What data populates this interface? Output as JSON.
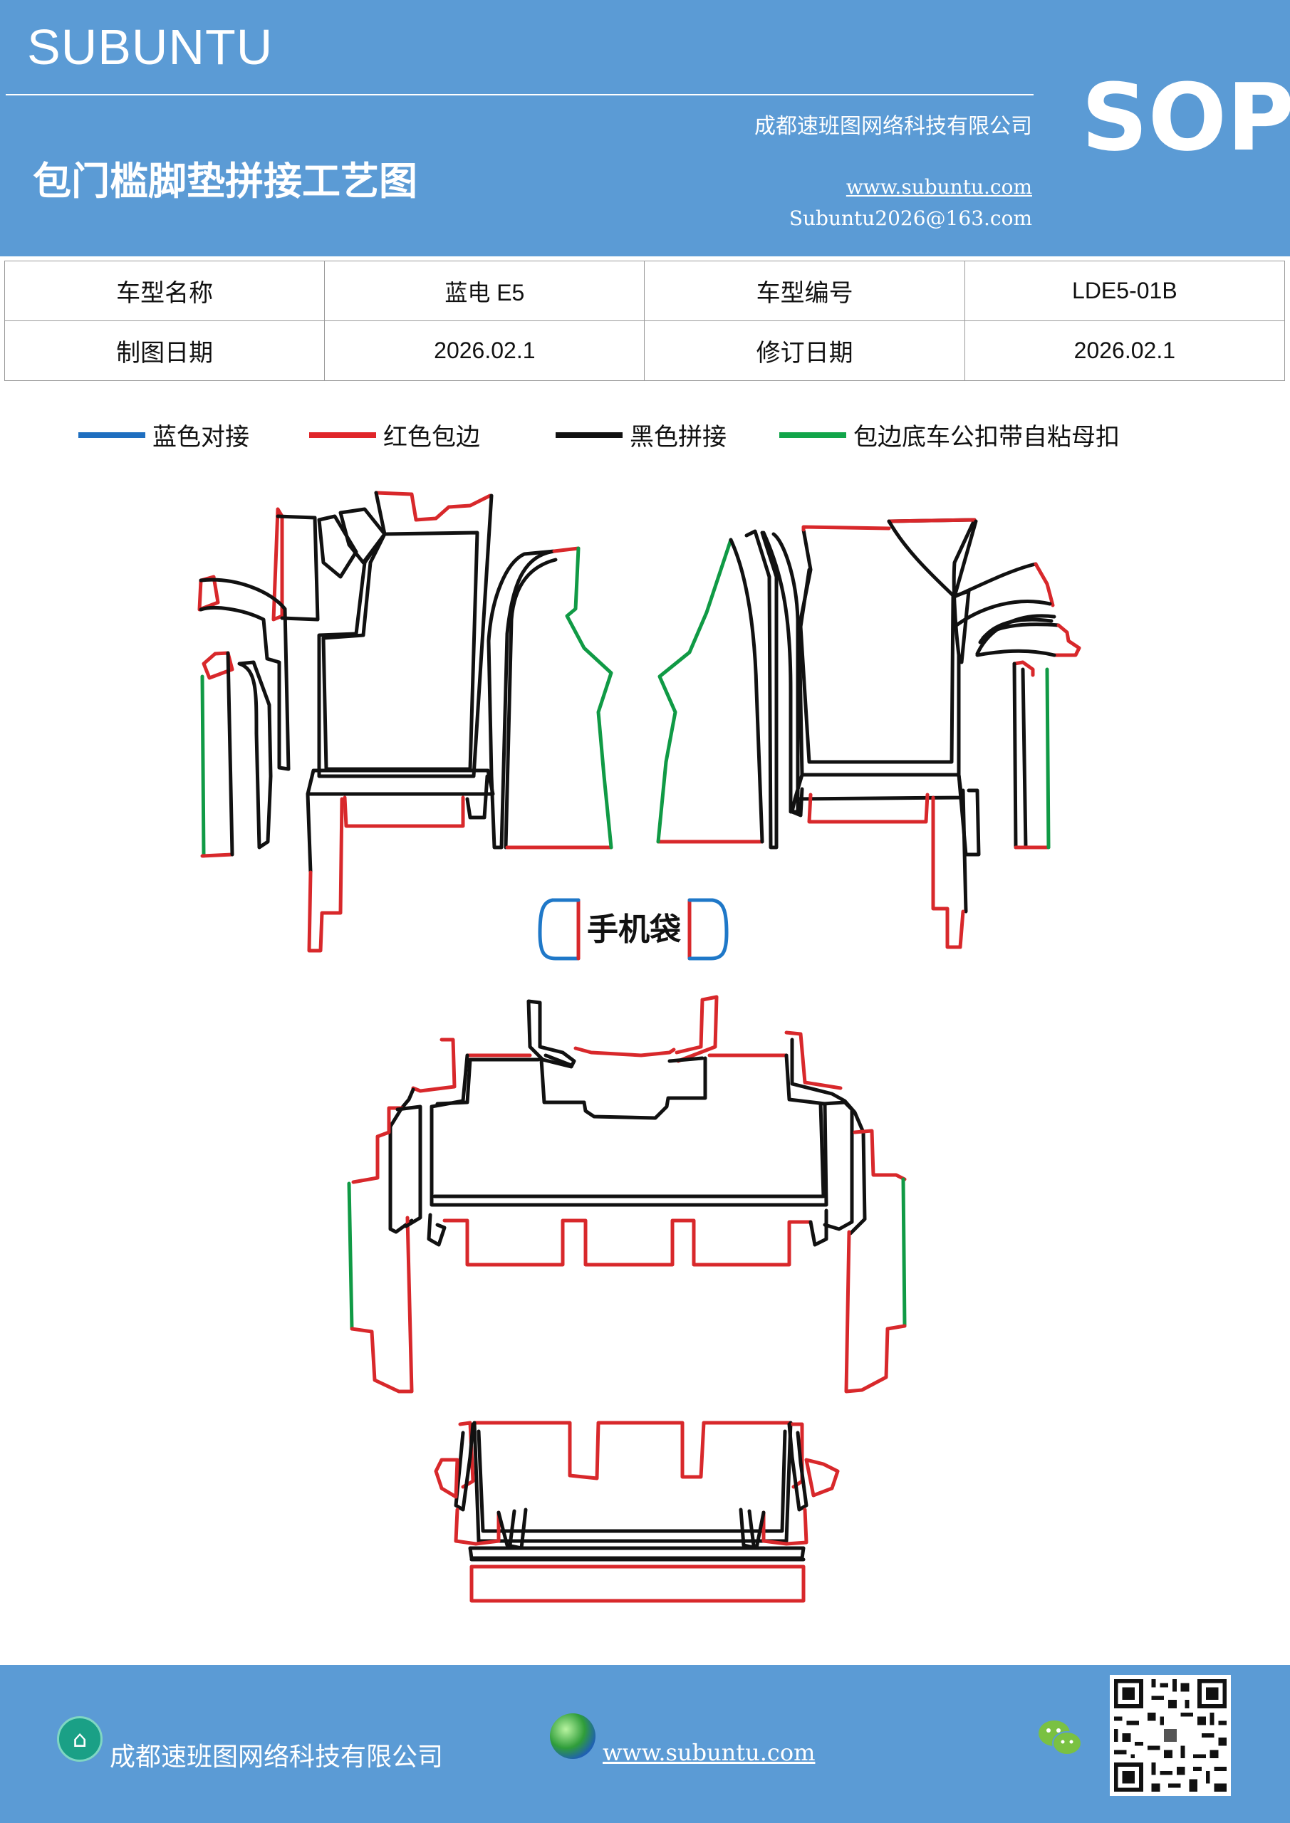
{
  "header": {
    "brand": "SUBUNTU",
    "company": "成都速班图网络科技有限公司",
    "title": "包门槛脚垫拼接工艺图",
    "url": "www.subuntu.com",
    "email": "Subuntu2026@163.com",
    "badge": "SOP"
  },
  "info_table": {
    "model_name_label": "车型名称",
    "model_name_value": "蓝电 E5",
    "model_code_label": "车型编号",
    "model_code_value": "LDE5-01B",
    "draw_date_label": "制图日期",
    "draw_date_value": "2026.02.1",
    "revise_date_label": "修订日期",
    "revise_date_value": "2026.02.1"
  },
  "legend": [
    {
      "label": "蓝色对接",
      "color": "#1f6fc0"
    },
    {
      "label": "红色包边",
      "color": "#e0262a"
    },
    {
      "label": "黑色拼接",
      "color": "#111111"
    },
    {
      "label": "包边底车公扣带自粘母扣",
      "color": "#12a54a"
    }
  ],
  "drawing": {
    "phone_bag_label": "手机袋",
    "colors": {
      "blue": "#1f78c8",
      "red": "#d8282b",
      "black": "#111111",
      "green": "#109a45"
    }
  },
  "footer": {
    "company": "成都速班图网络科技有限公司",
    "url": "www.subuntu.com",
    "building_icon": "building-icon",
    "globe_icon": "globe-icon",
    "wechat_icon": "wechat-icon",
    "qr_icon": "qr-code-icon"
  }
}
